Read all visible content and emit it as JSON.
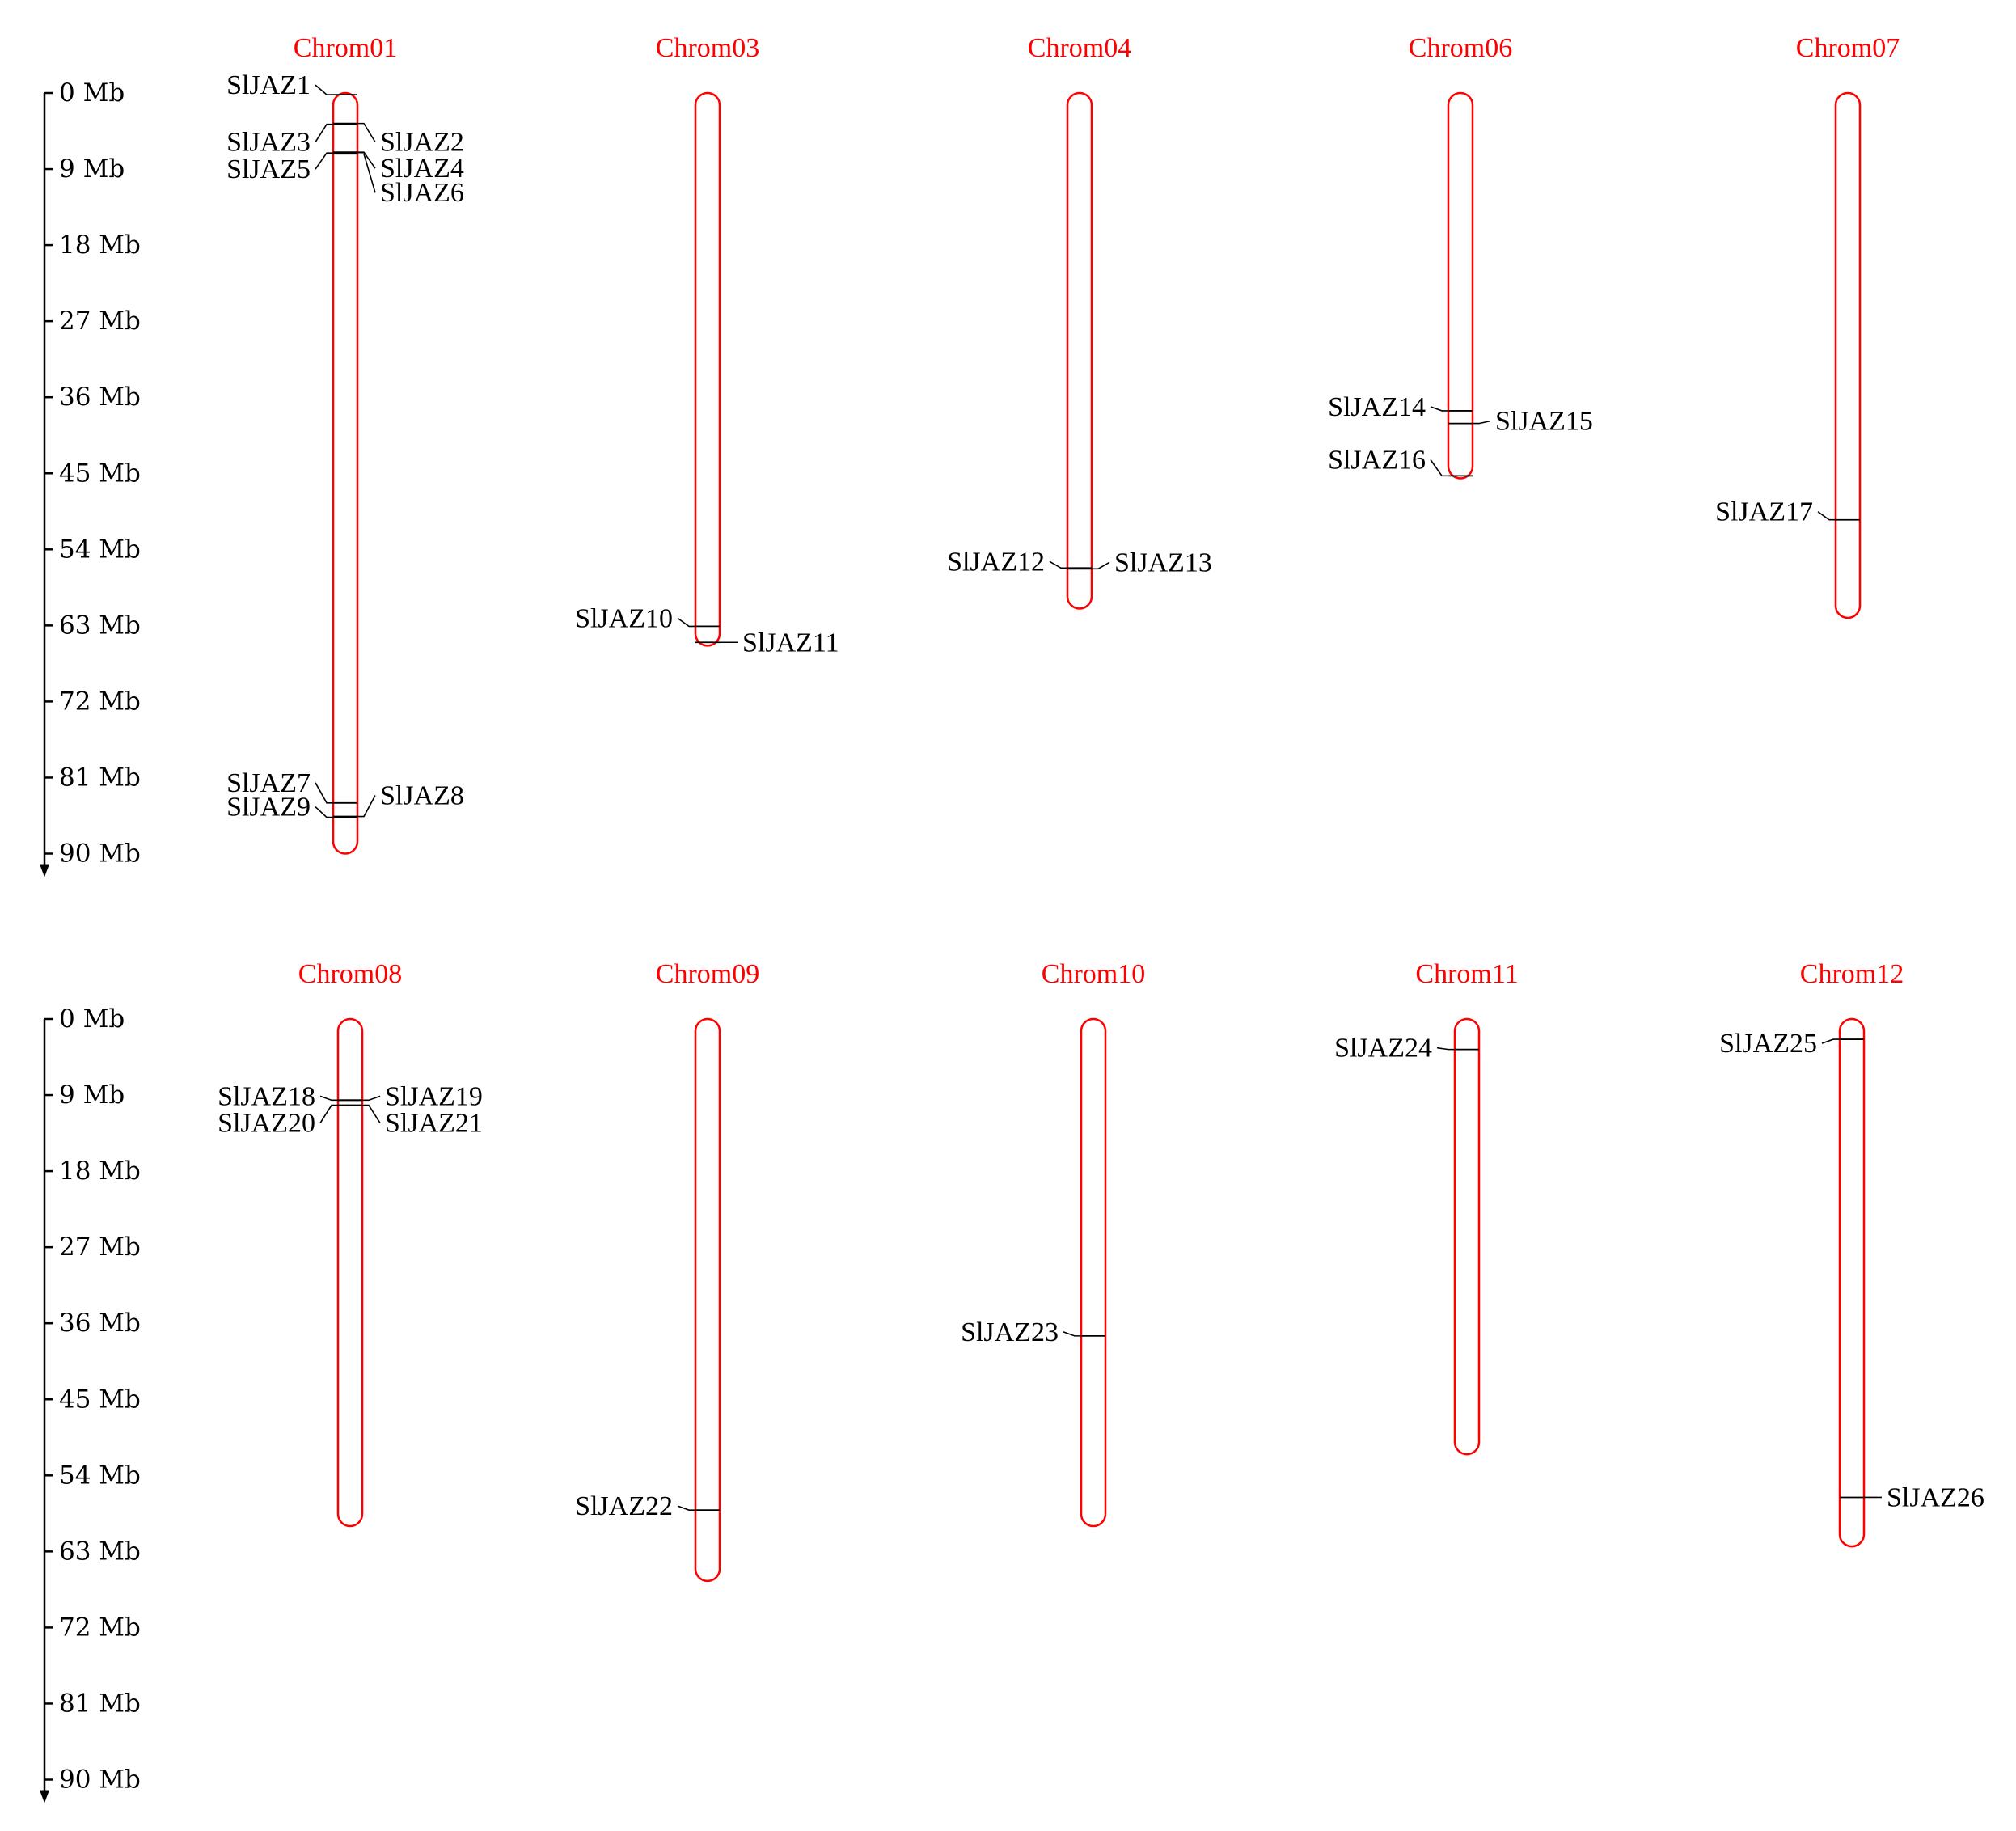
{
  "colors": {
    "chromosome": "#ff0000",
    "text": "#000000",
    "line": "#000000"
  },
  "scales": [
    {
      "ticks": [
        "0 Mb",
        "9 Mb",
        "18 Mb",
        "27 Mb",
        "36 Mb",
        "45 Mb",
        "54 Mb",
        "63 Mb",
        "72 Mb",
        "81 Mb",
        "90 Mb"
      ]
    },
    {
      "ticks": [
        "0 Mb",
        "9 Mb",
        "18 Mb",
        "27 Mb",
        "36 Mb",
        "45 Mb",
        "54 Mb",
        "63 Mb",
        "72 Mb",
        "81 Mb",
        "90 Mb"
      ]
    }
  ],
  "tick_values_mb": [
    0,
    9,
    18,
    27,
    36,
    45,
    54,
    63,
    72,
    81,
    90
  ],
  "rows": [
    {
      "chromosomes": [
        {
          "name": "Chrom01",
          "length_mb": 90.0,
          "genes": [
            {
              "name": "SlJAZ1",
              "pos_mb": 0.2,
              "side": "left"
            },
            {
              "name": "SlJAZ2",
              "pos_mb": 3.6,
              "side": "right"
            },
            {
              "name": "SlJAZ3",
              "pos_mb": 3.7,
              "side": "left"
            },
            {
              "name": "SlJAZ4",
              "pos_mb": 7.0,
              "side": "right"
            },
            {
              "name": "SlJAZ5",
              "pos_mb": 7.1,
              "side": "left"
            },
            {
              "name": "SlJAZ6",
              "pos_mb": 7.2,
              "side": "right"
            },
            {
              "name": "SlJAZ7",
              "pos_mb": 84.0,
              "side": "left"
            },
            {
              "name": "SlJAZ8",
              "pos_mb": 85.6,
              "side": "right"
            },
            {
              "name": "SlJAZ9",
              "pos_mb": 85.7,
              "side": "left"
            }
          ]
        },
        {
          "name": "Chrom03",
          "length_mb": 65.4,
          "genes": [
            {
              "name": "SlJAZ10",
              "pos_mb": 63.1,
              "side": "left"
            },
            {
              "name": "SlJAZ11",
              "pos_mb": 65.0,
              "side": "right"
            }
          ]
        },
        {
          "name": "Chrom04",
          "length_mb": 61.0,
          "genes": [
            {
              "name": "SlJAZ12",
              "pos_mb": 56.2,
              "side": "left"
            },
            {
              "name": "SlJAZ13",
              "pos_mb": 56.3,
              "side": "right"
            }
          ]
        },
        {
          "name": "Chrom06",
          "length_mb": 45.6,
          "genes": [
            {
              "name": "SlJAZ14",
              "pos_mb": 37.6,
              "side": "left"
            },
            {
              "name": "SlJAZ15",
              "pos_mb": 39.1,
              "side": "right"
            },
            {
              "name": "SlJAZ16",
              "pos_mb": 45.3,
              "side": "left"
            }
          ]
        },
        {
          "name": "Chrom07",
          "length_mb": 62.1,
          "genes": [
            {
              "name": "SlJAZ17",
              "pos_mb": 50.5,
              "side": "left"
            }
          ]
        }
      ]
    },
    {
      "chromosomes": [
        {
          "name": "Chrom08",
          "length_mb": 60.0,
          "genes": [
            {
              "name": "SlJAZ18",
              "pos_mb": 9.6,
              "side": "left"
            },
            {
              "name": "SlJAZ19",
              "pos_mb": 9.6,
              "side": "right"
            },
            {
              "name": "SlJAZ20",
              "pos_mb": 10.2,
              "side": "left"
            },
            {
              "name": "SlJAZ21",
              "pos_mb": 10.2,
              "side": "right"
            }
          ]
        },
        {
          "name": "Chrom09",
          "length_mb": 66.5,
          "genes": [
            {
              "name": "SlJAZ22",
              "pos_mb": 58.1,
              "side": "left"
            }
          ]
        },
        {
          "name": "Chrom10",
          "length_mb": 60.0,
          "genes": [
            {
              "name": "SlJAZ23",
              "pos_mb": 37.5,
              "side": "left"
            }
          ]
        },
        {
          "name": "Chrom11",
          "length_mb": 51.5,
          "genes": [
            {
              "name": "SlJAZ24",
              "pos_mb": 3.6,
              "side": "left"
            }
          ]
        },
        {
          "name": "Chrom12",
          "length_mb": 62.4,
          "genes": [
            {
              "name": "SlJAZ25",
              "pos_mb": 2.4,
              "side": "left"
            },
            {
              "name": "SlJAZ26",
              "pos_mb": 56.6,
              "side": "right"
            }
          ]
        }
      ]
    }
  ]
}
